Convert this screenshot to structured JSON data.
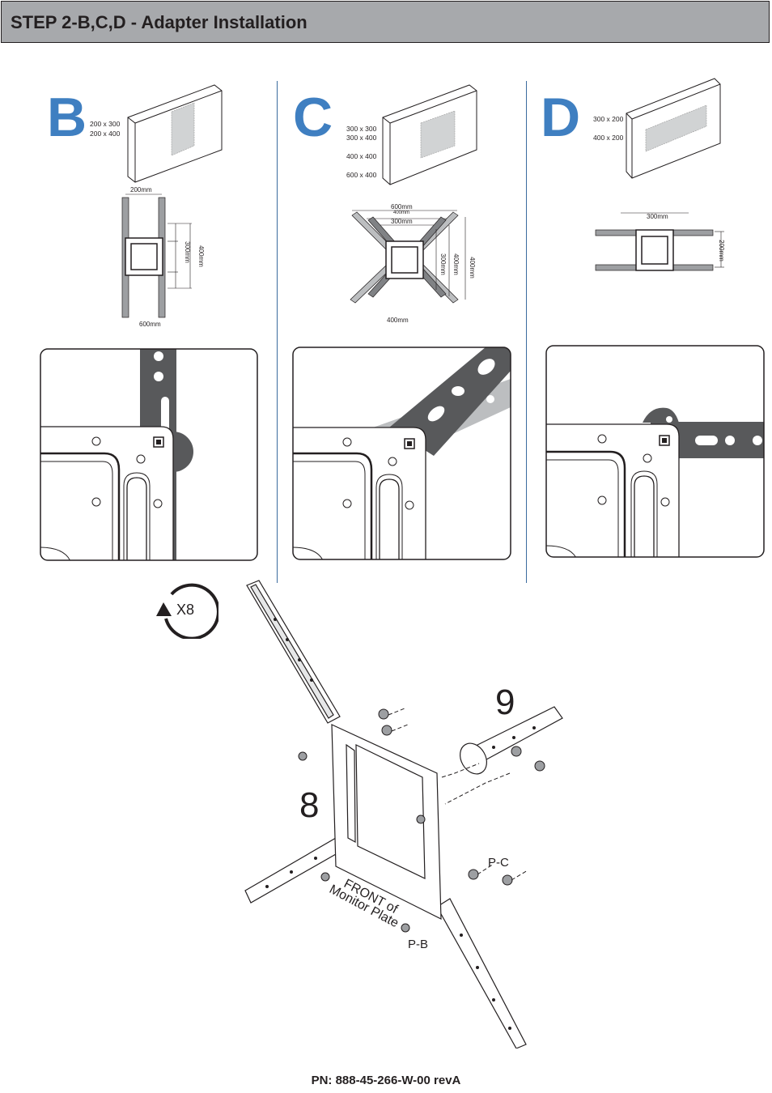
{
  "header": {
    "title": "STEP 2-B,C,D - Adapter Installation"
  },
  "panels": {
    "B": {
      "letter": "B",
      "sizes": [
        "200 x 300",
        "200 x 400"
      ],
      "dims": {
        "top": "200mm",
        "side_inner": "300mm",
        "side_outer": "400mm",
        "bottom": "600mm"
      }
    },
    "C": {
      "letter": "C",
      "sizes": [
        "300 x 300",
        "300 x 400",
        "400 x 400",
        "600 x 400"
      ],
      "dims": {
        "top_outer": "600mm",
        "top_mid": "400mm",
        "top_inner": "300mm",
        "side_inner": "300mm",
        "side_mid": "400mm",
        "side_outer": "400mm",
        "bottom": "400mm"
      }
    },
    "D": {
      "letter": "D",
      "sizes": [
        "300 x 200",
        "400 x 200"
      ],
      "dims": {
        "top": "300mm",
        "side": "200mm"
      }
    }
  },
  "assembly": {
    "rotation": "X8",
    "part_8": "8",
    "part_9": "9",
    "front_label_1": "FRONT of",
    "front_label_2": "Monitor Plate",
    "label_pc": "P-C",
    "label_pb": "P-B"
  },
  "footer": {
    "pn": "PN: 888-45-266-W-00 revA"
  },
  "colors": {
    "accent_blue": "#3f7fc1",
    "header_gray": "#a7a9ac",
    "arm_gray": "#58595b"
  }
}
